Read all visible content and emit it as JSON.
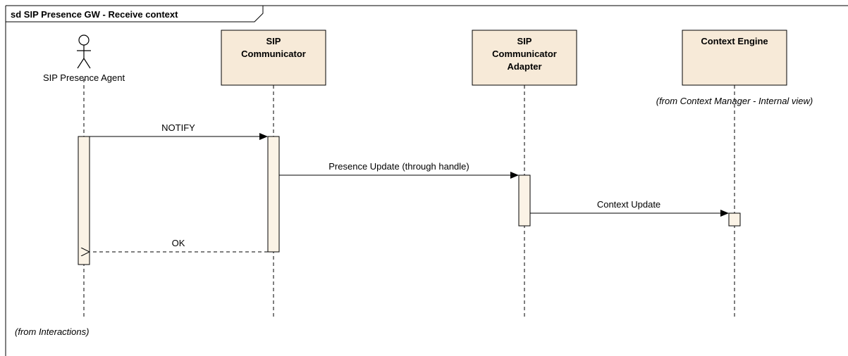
{
  "frame": {
    "title": "sd SIP Presence GW - Receive context"
  },
  "lifelines": {
    "sip_presence_agent": {
      "name": "SIP Presence Agent",
      "note": "(from Interactions)"
    },
    "sip_communicator": {
      "line1": "SIP",
      "line2": "Communicator"
    },
    "sip_communicator_adapter": {
      "line1": "SIP",
      "line2": "Communicator",
      "line3": "Adapter"
    },
    "context_engine": {
      "name": "Context Engine",
      "note": "(from Context Manager - Internal view)"
    }
  },
  "messages": {
    "notify": "NOTIFY",
    "presence_update": "Presence Update (through handle)",
    "context_update": "Context Update",
    "ok": "OK"
  },
  "colors": {
    "box_fill": "#f7ead8",
    "activation_fill": "#fbf3e6",
    "line": "#000000"
  }
}
